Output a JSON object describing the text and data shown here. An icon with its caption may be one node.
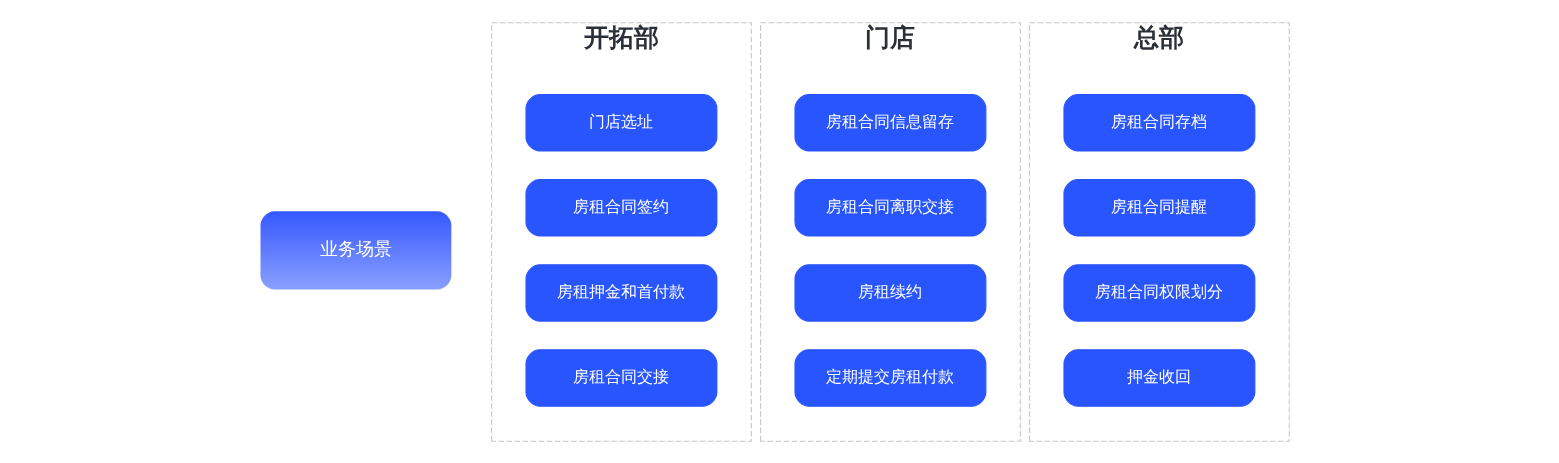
{
  "diagram": {
    "nodes": [
      {
        "text": [
          "业务场景"
        ]
      },
      {
        "text": [
          "开拓部"
        ]
      },
      {
        "text": [
          "门店选址"
        ],
        "in": 1
      },
      {
        "text": [
          "房租合同签约"
        ],
        "in": 1
      },
      {
        "text": [
          "房租押金和首付款"
        ],
        "in": 1
      },
      {
        "text": [
          "房租合同交接"
        ],
        "in": 1
      },
      {
        "text": [
          "门店"
        ]
      },
      {
        "text": [
          "房租合同信息留存"
        ],
        "in": 6
      },
      {
        "text": [
          "房租合同离职交接"
        ],
        "in": 6
      },
      {
        "text": [
          "房租续约"
        ],
        "in": 6
      },
      {
        "text": [
          "定期提交房租付款"
        ],
        "in": 6
      },
      {
        "text": [
          "总部"
        ]
      },
      {
        "text": [
          "房租合同存档"
        ],
        "in": 11
      },
      {
        "text": [
          "房租合同提醒"
        ],
        "in": 11
      },
      {
        "text": [
          "房租合同权限划分"
        ],
        "in": 11
      },
      {
        "text": [
          "押金收回"
        ],
        "in": 11
      }
    ]
  }
}
